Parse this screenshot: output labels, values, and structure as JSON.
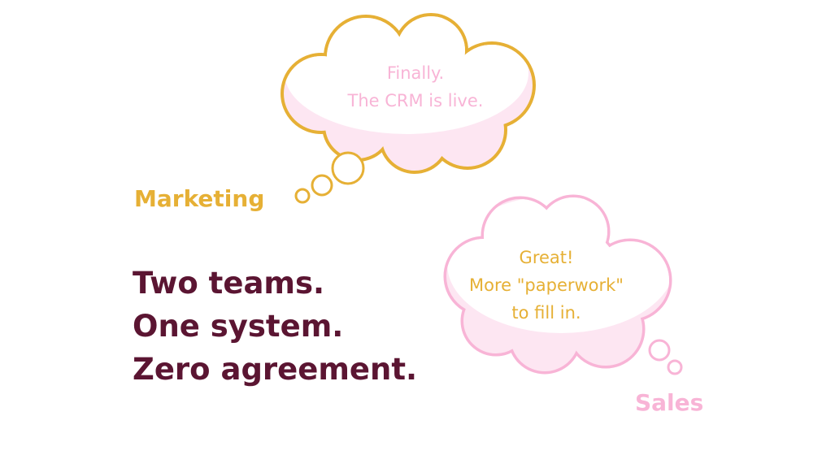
{
  "colors": {
    "gold": "#E6B035",
    "pink": "#F8B4D6",
    "light_pink": "#FDE6F2",
    "headline": "#5B1532"
  },
  "marketing": {
    "label": "Marketing",
    "thought_lines": [
      "Finally.",
      "The CRM is live."
    ]
  },
  "sales": {
    "label": "Sales",
    "thought_lines": [
      "Great!",
      "More \"paperwork\"",
      "to fill in."
    ]
  },
  "headline": [
    "Two teams.",
    "One system.",
    "Zero agreement."
  ]
}
